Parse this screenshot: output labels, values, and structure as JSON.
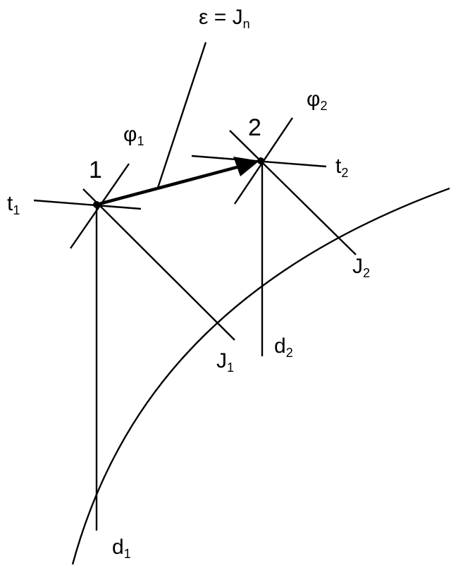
{
  "labels": {
    "epsilon_eq": "ε = J",
    "epsilon_sub": "n",
    "phi1": "φ",
    "phi1_sub": "1",
    "phi2": "φ",
    "phi2_sub": "2",
    "point1": "1",
    "point2": "2",
    "t1": "t",
    "t1_sub": "1",
    "t2": "t",
    "t2_sub": "2",
    "J1": "J",
    "J1_sub": "1",
    "J2": "J",
    "J2_sub": "2",
    "d1": "d",
    "d1_sub": "1",
    "d2": "d",
    "d2_sub": "2"
  },
  "colors": {
    "ink": "#000000",
    "background": "#ffffff"
  }
}
